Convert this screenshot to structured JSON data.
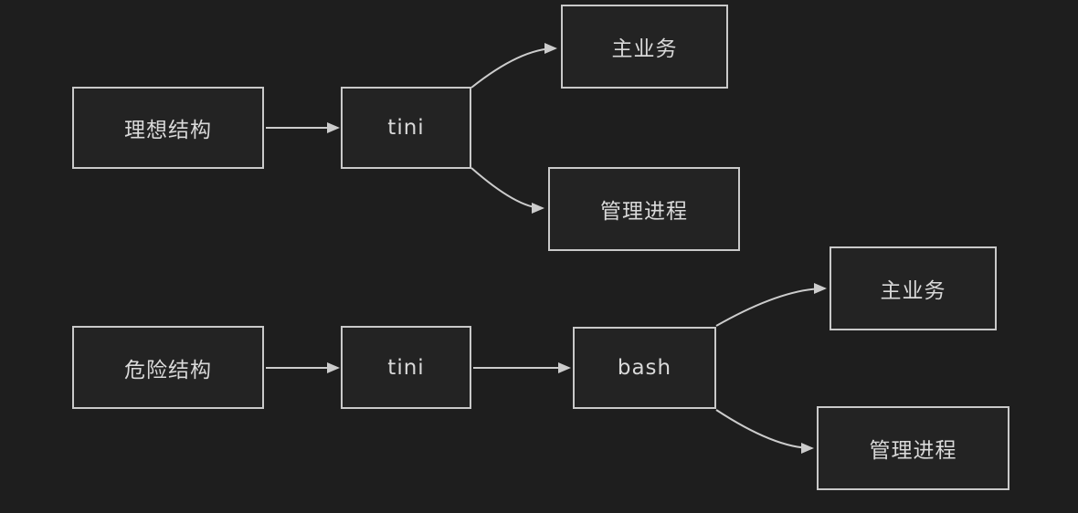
{
  "diagram": {
    "colors": {
      "background": "#1e1e1e",
      "node_fill": "#232323",
      "node_border": "#c9c9c9",
      "node_text": "#d9d9d9",
      "arrow": "#cccccc"
    },
    "nodes": {
      "ideal_root": "理想结构",
      "ideal_init": "tini",
      "ideal_main": "主业务",
      "ideal_manager": "管理进程",
      "danger_root": "危险结构",
      "danger_init": "tini",
      "danger_shell": "bash",
      "danger_main": "主业务",
      "danger_manager": "管理进程"
    }
  }
}
